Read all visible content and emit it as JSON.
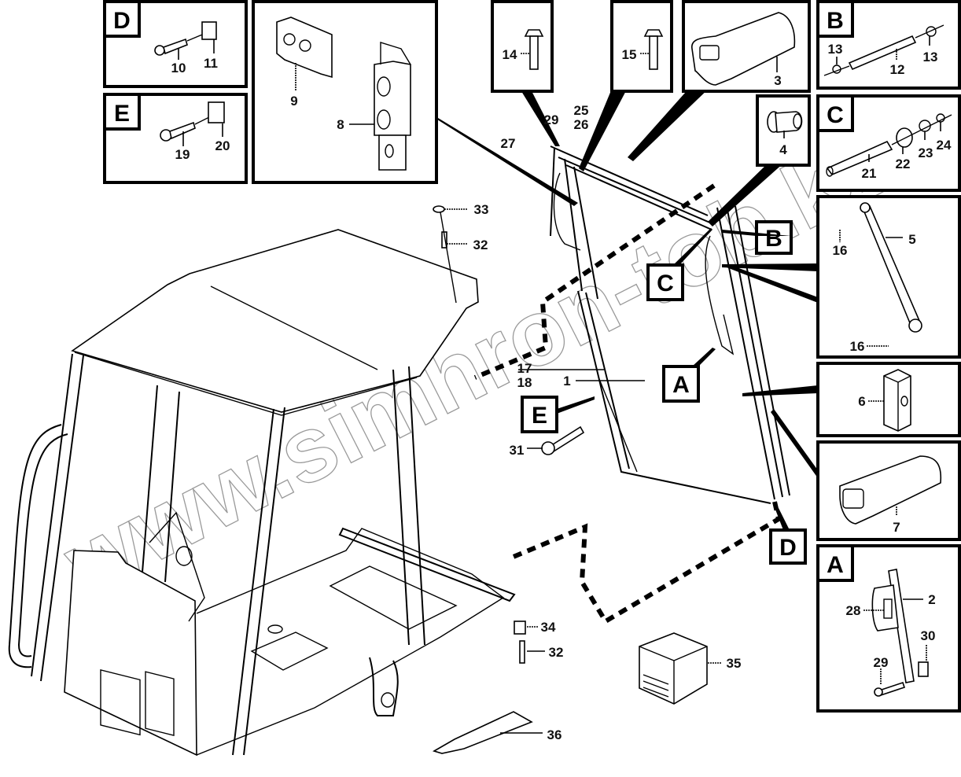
{
  "title": "Cab door assembly parts diagram",
  "watermark": "www.simhron-tob.kz",
  "detail_panels": [
    {
      "id": "D",
      "label": "D",
      "parts": [
        "10",
        "11"
      ]
    },
    {
      "id": "E",
      "label": "E",
      "parts": [
        "19",
        "20"
      ]
    },
    {
      "id": "hinge",
      "label": "",
      "parts": [
        "9",
        "8"
      ]
    },
    {
      "id": "bolt14",
      "label": "",
      "parts": [
        "14"
      ]
    },
    {
      "id": "bolt15",
      "label": "",
      "parts": [
        "15"
      ]
    },
    {
      "id": "seal3",
      "label": "",
      "parts": [
        "3"
      ]
    },
    {
      "id": "B",
      "label": "B",
      "parts": [
        "13",
        "12",
        "13"
      ]
    },
    {
      "id": "bush4",
      "label": "",
      "parts": [
        "4"
      ]
    },
    {
      "id": "C",
      "label": "C",
      "parts": [
        "21",
        "22",
        "23",
        "24"
      ]
    },
    {
      "id": "strut5",
      "label": "",
      "parts": [
        "16",
        "5",
        "16"
      ]
    },
    {
      "id": "block6",
      "label": "",
      "parts": [
        "6"
      ]
    },
    {
      "id": "seal7",
      "label": "",
      "parts": [
        "7"
      ]
    },
    {
      "id": "A",
      "label": "A",
      "parts": [
        "28",
        "2",
        "30",
        "29"
      ]
    }
  ],
  "callout_tags": {
    "A": "A",
    "B": "B",
    "C": "C",
    "D": "D",
    "E": "E"
  },
  "part_labels": {
    "p1": "1",
    "p2": "2",
    "p3": "3",
    "p4": "4",
    "p5": "5",
    "p6": "6",
    "p7": "7",
    "p8": "8",
    "p9": "9",
    "p10": "10",
    "p11": "11",
    "p12": "12",
    "p13a": "13",
    "p13b": "13",
    "p14": "14",
    "p15": "15",
    "p16a": "16",
    "p16b": "16",
    "p17": "17",
    "p18": "18",
    "p19": "19",
    "p20": "20",
    "p21": "21",
    "p22": "22",
    "p23": "23",
    "p24": "24",
    "p25": "25",
    "p26": "26",
    "p27": "27",
    "p28": "28",
    "p29a": "29",
    "p29b": "29",
    "p30": "30",
    "p31": "31",
    "p32a": "32",
    "p32b": "32",
    "p33": "33",
    "p34": "34",
    "p35": "35",
    "p36": "36"
  }
}
